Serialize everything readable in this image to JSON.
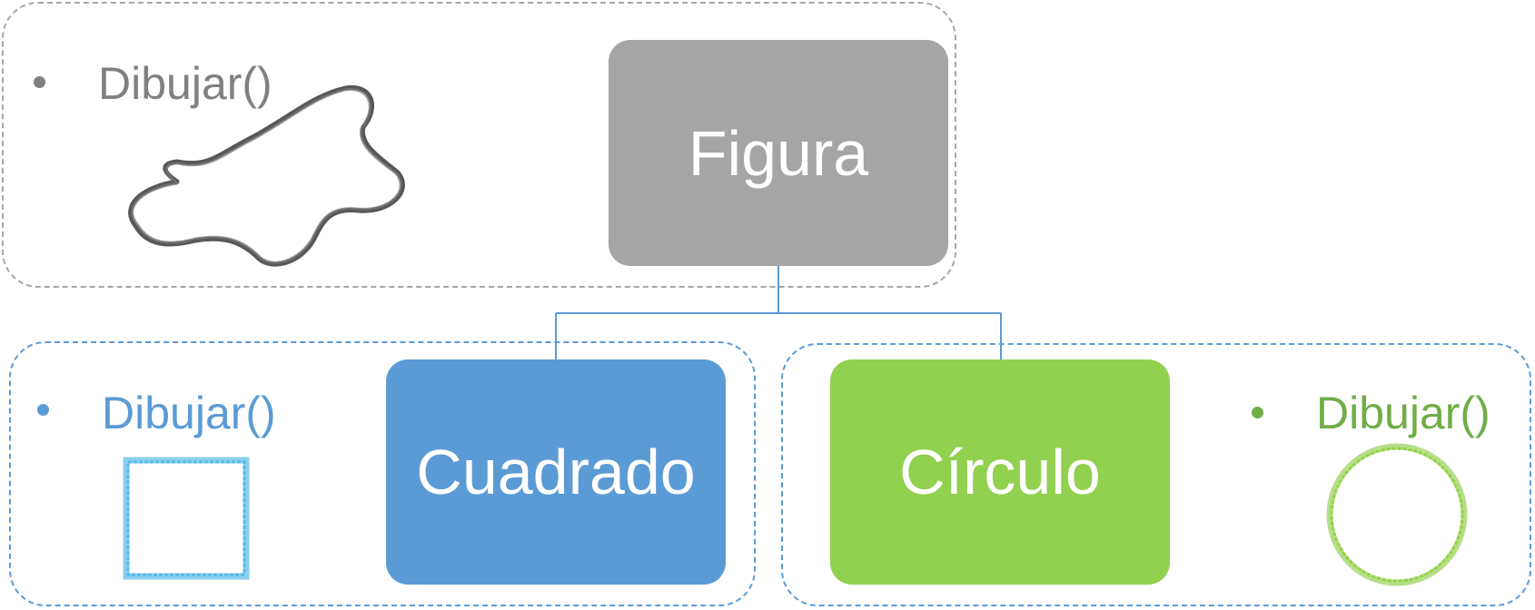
{
  "parent": {
    "label": "Figura",
    "method": "Dibujar()",
    "color": "#a5a5a5",
    "sketch": "blob-sketch-icon"
  },
  "children": [
    {
      "label": "Cuadrado",
      "method": "Dibujar()",
      "color": "#5b9bd5",
      "sketch": "square-sketch-icon"
    },
    {
      "label": "Círculo",
      "method": "Dibujar()",
      "color": "#92d050",
      "sketch": "circle-sketch-icon"
    }
  ],
  "colors": {
    "connector": "#5b9bd5",
    "frame_parent": "#a6a6a6",
    "frame_children": "#5b9bd5",
    "text_parent": "#808080",
    "text_square": "#5b9bd5",
    "text_circle": "#70ad47"
  }
}
